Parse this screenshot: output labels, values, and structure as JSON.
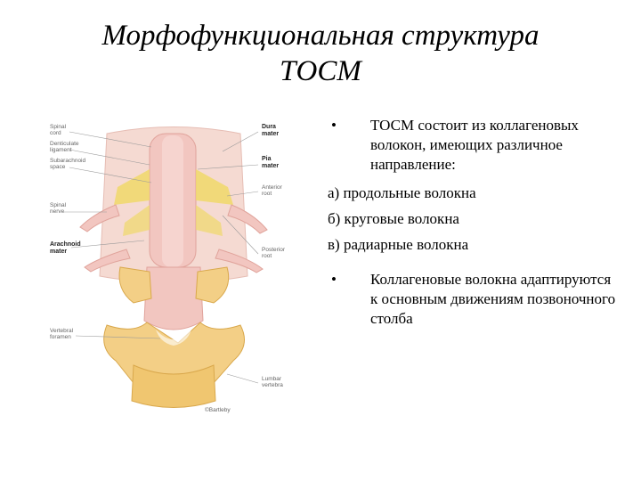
{
  "slide": {
    "title_line1": "Морфофункциональная структура",
    "title_line2": "ТОСМ"
  },
  "figure": {
    "labels": {
      "spinal_cord": [
        "Spinal",
        "cord"
      ],
      "denticulate": [
        "Denticulate",
        "ligament"
      ],
      "subarachnoid": [
        "Subarachnoid",
        "space"
      ],
      "spinal_nerve": [
        "Spinal",
        "nerve"
      ],
      "arachnoid": [
        "Arachnoid",
        "mater"
      ],
      "vertebral_foramen": [
        "Vertebral",
        "foramen"
      ],
      "dura": [
        "Dura",
        "mater"
      ],
      "pia": [
        "Pia",
        "mater"
      ],
      "anterior_root": [
        "Anterior",
        "root"
      ],
      "posterior_root": [
        "Posterior",
        "root"
      ],
      "lumbar_vertebra": [
        "Lumbar",
        "vertebra"
      ],
      "credit": "©Bartleby"
    },
    "colors": {
      "bone": "#f3cf86",
      "bone_dark": "#d9a84c",
      "tissue": "#f2c6c0",
      "tissue_dark": "#e0a39b",
      "nerve": "#f0d86a"
    }
  },
  "content": {
    "bullet1": "ТОСМ состоит из коллагеновых волокон, имеющих различное направление:",
    "items": [
      "а) продольные волокна",
      "б) круговые волокна",
      "в) радиарные волокна"
    ],
    "bullet2": "Коллагеновые  волокна адаптируются к основным движениям позвоночного столба",
    "bullet_symbol": "•"
  }
}
